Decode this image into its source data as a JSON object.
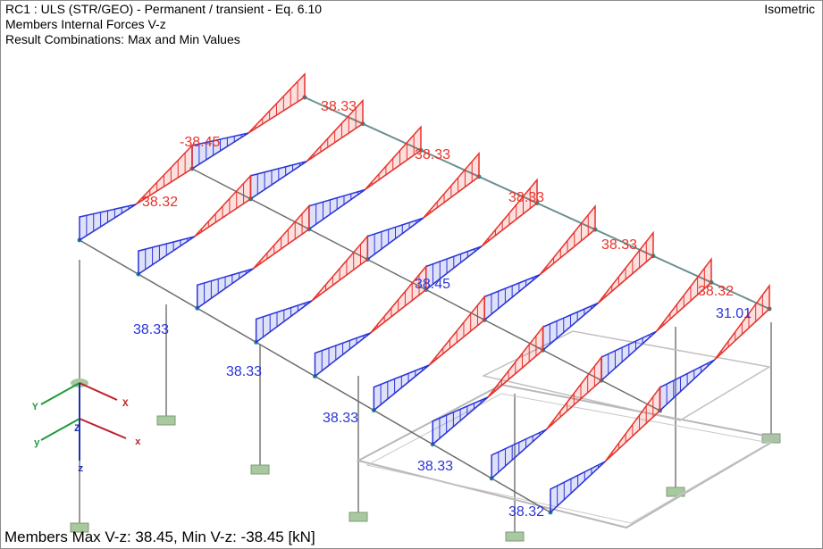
{
  "info": {
    "line1": "RC1 : ULS (STR/GEO) - Permanent / transient - Eq. 6.10",
    "line2": "Members Internal Forces V-z",
    "line3": "Result Combinations: Max and Min Values"
  },
  "view_mode": "Isometric",
  "summary": "Members Max V-z: 38.45, Min V-z: -38.45 [kN]",
  "colors": {
    "positive": "#e8322a",
    "negative": "#2a35d8",
    "structure": "#9a9a9a",
    "support": "#a8c8a0"
  },
  "axes": {
    "global": [
      "X",
      "Y",
      "Z"
    ],
    "local": [
      "x",
      "y",
      "z"
    ]
  },
  "labels": {
    "red": [
      {
        "text": "38.33"
      },
      {
        "text": "-38.45"
      },
      {
        "text": "38.33"
      },
      {
        "text": "38.33"
      },
      {
        "text": "38.33"
      },
      {
        "text": "38.32"
      },
      {
        "text": "38.32"
      }
    ],
    "blue": [
      {
        "text": "38.33"
      },
      {
        "text": "38.33"
      },
      {
        "text": "38.33"
      },
      {
        "text": "38.33"
      },
      {
        "text": "38.32"
      },
      {
        "text": "38.45"
      },
      {
        "text": "31.01"
      }
    ]
  }
}
